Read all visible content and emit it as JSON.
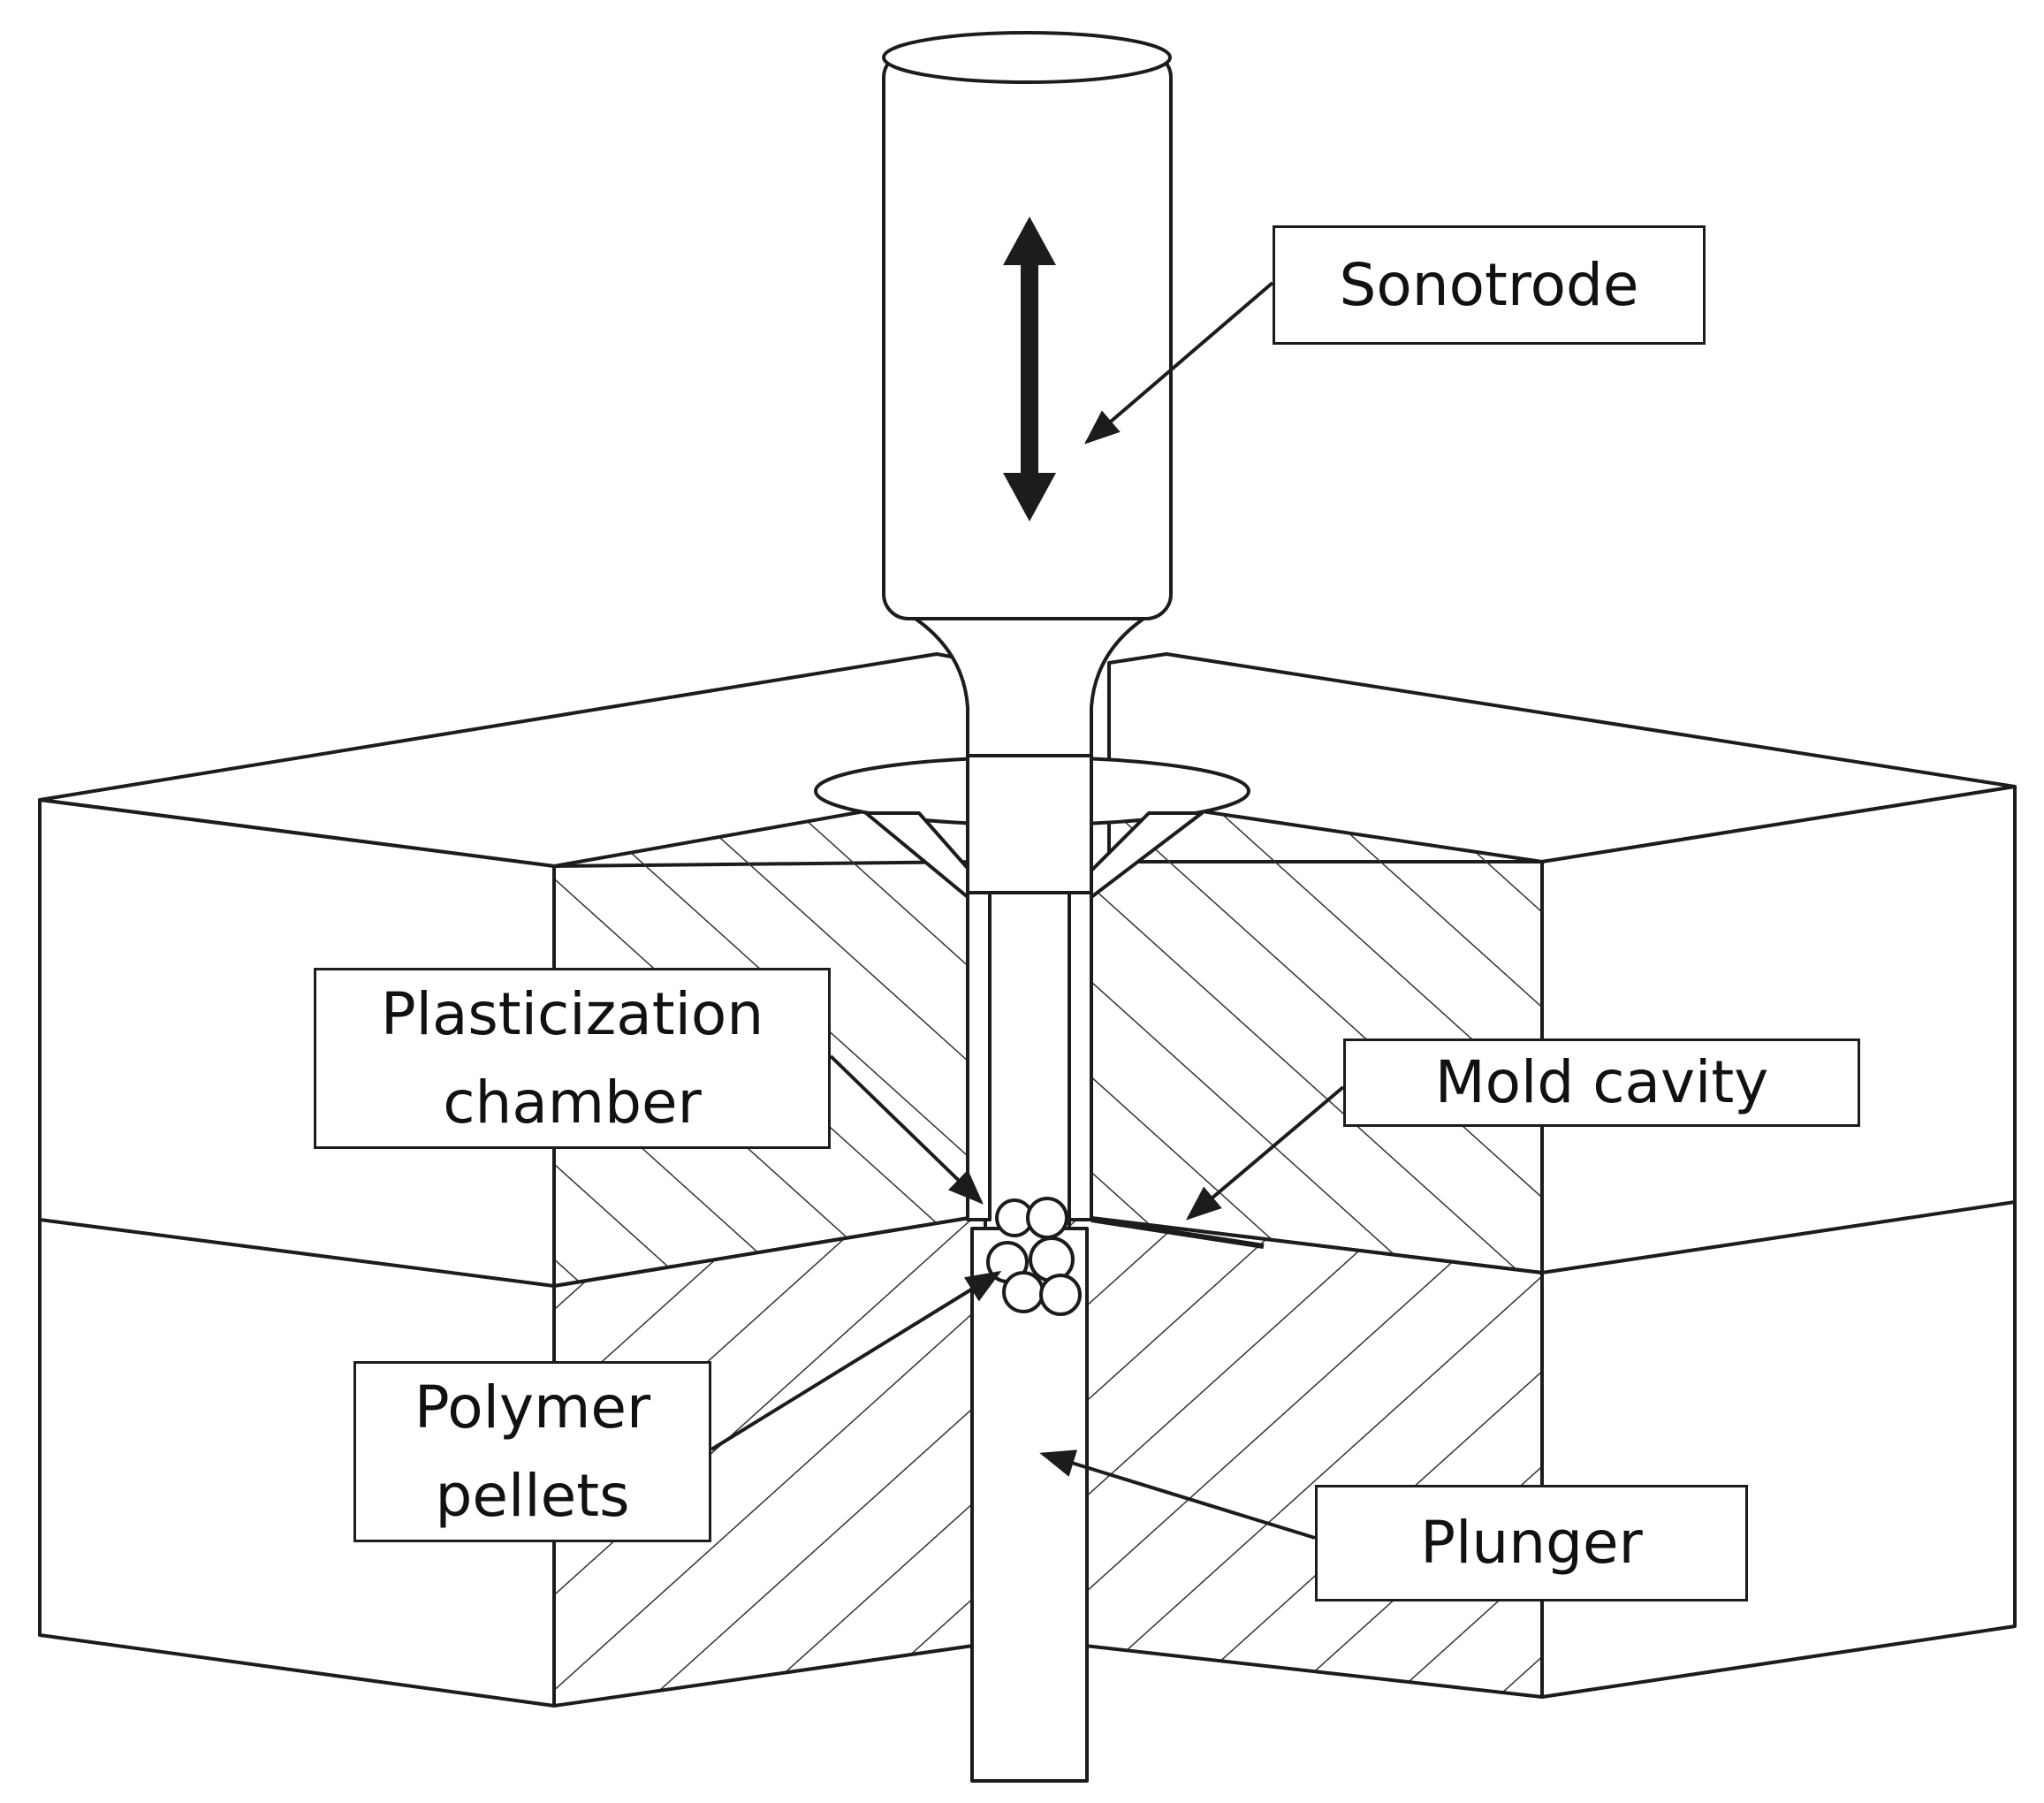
{
  "labels": {
    "sonotrode": "Sonotrode",
    "plasticization": [
      "Plasticization",
      "chamber"
    ],
    "mold_cavity": "Mold cavity",
    "polymer": [
      "Polymer",
      "pellets"
    ],
    "plunger": "Plunger"
  },
  "colors": {
    "line": "#1c1c1c",
    "background": "#ffffff"
  }
}
